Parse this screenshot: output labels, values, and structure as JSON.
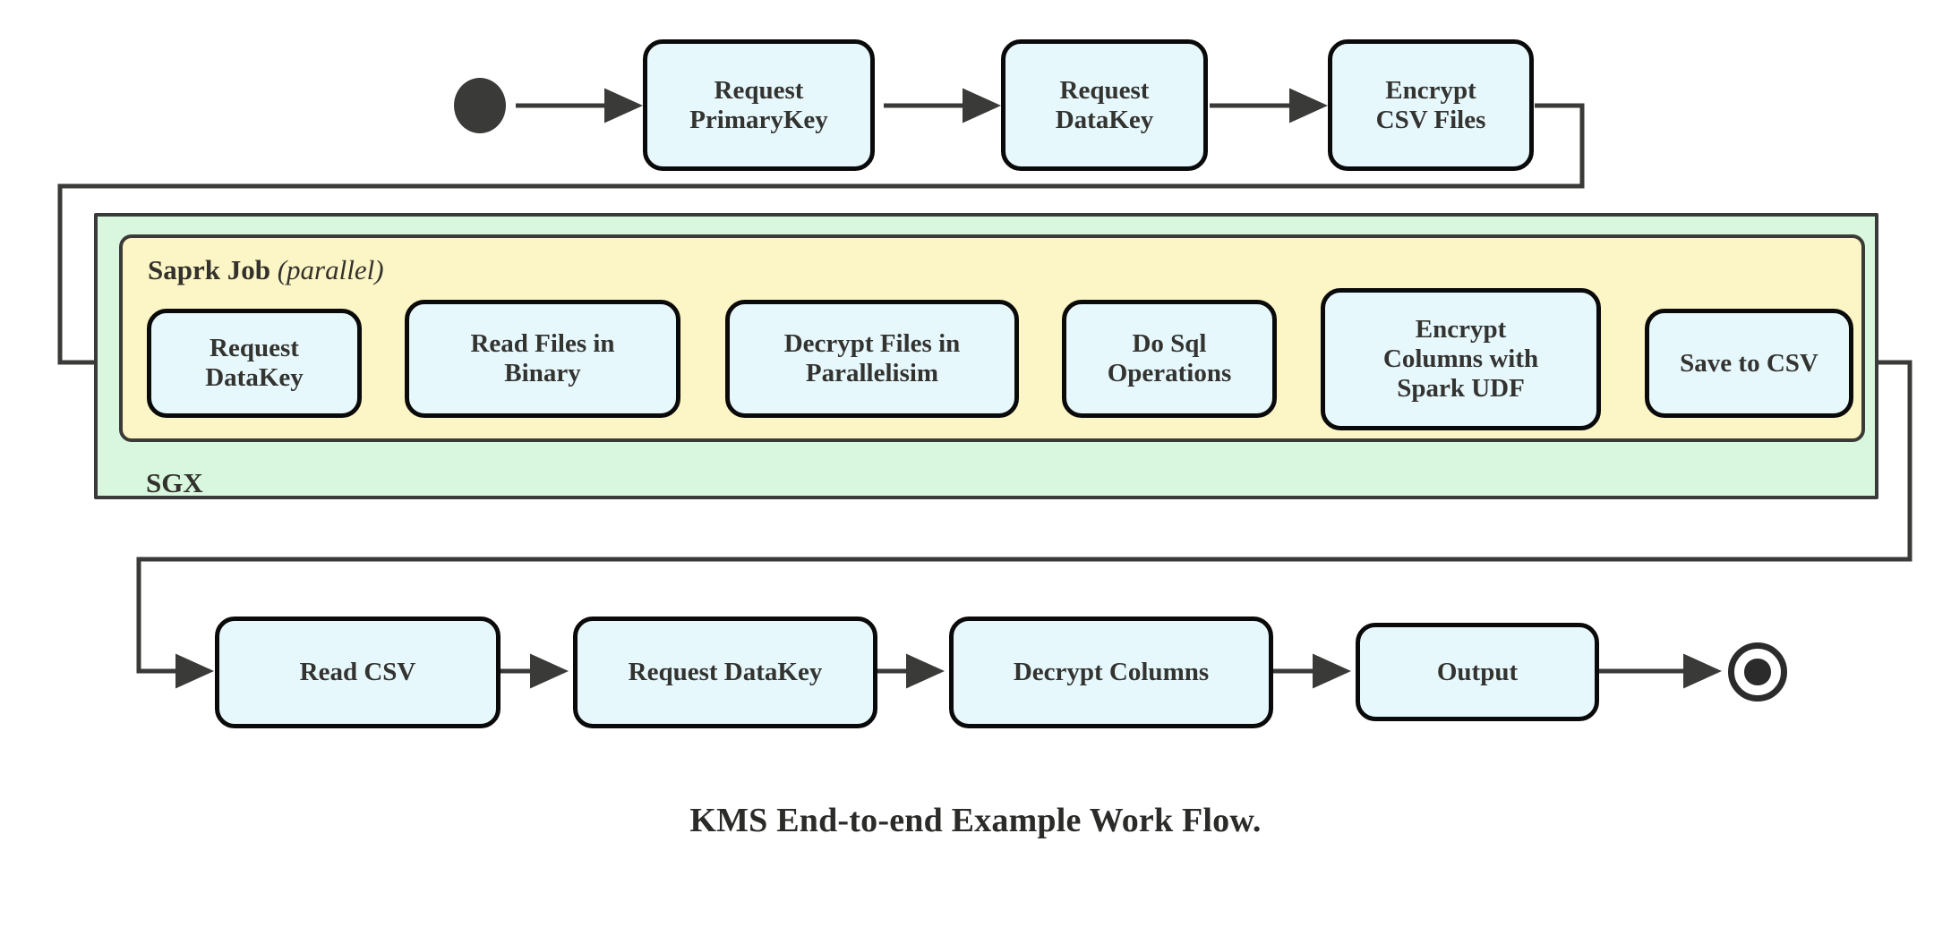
{
  "diagram": {
    "caption": "KMS End-to-end Example Work Flow.",
    "colors": {
      "node_fill": "#e7f8fd",
      "node_stroke": "#0a0a0a",
      "sgx_fill": "#d9f7df",
      "spark_fill": "#fcf5c5",
      "container_stroke": "#3a3a38",
      "text": "#333330",
      "background": "#ffffff"
    },
    "containers": [
      {
        "id": "sgx",
        "label": "SGX",
        "label_style": "plain",
        "fill": "#d9f7df"
      },
      {
        "id": "spark-job",
        "label": "Saprk Job",
        "label_suffix": "(parallel)",
        "label_style": "italic-suffix",
        "fill": "#fcf5c5"
      }
    ],
    "markers": {
      "start": "start-node-filled-circle",
      "end": "end-node-bullseye"
    },
    "rows": {
      "top": {
        "name": "preparation-row",
        "nodes": [
          {
            "id": "request-primarykey",
            "label": "Request\nPrimaryKey"
          },
          {
            "id": "request-datakey-top",
            "label": "Request\nDataKey"
          },
          {
            "id": "encrypt-csv-files",
            "label": "Encrypt\nCSV Files"
          }
        ]
      },
      "middle": {
        "name": "spark-job-row",
        "nodes": [
          {
            "id": "request-datakey-spark",
            "label": "Request\nDataKey"
          },
          {
            "id": "read-files-in-binary",
            "label": "Read Files in\nBinary"
          },
          {
            "id": "decrypt-files-in-parallelisim",
            "label": "Decrypt Files in\nParallelisim"
          },
          {
            "id": "do-sql-operations",
            "label": "Do Sql\nOperations"
          },
          {
            "id": "encrypt-columns-with-spark-udf",
            "label": "Encrypt\nColumns with\nSpark UDF"
          },
          {
            "id": "save-to-csv",
            "label": "Save to CSV"
          }
        ]
      },
      "bottom": {
        "name": "consumption-row",
        "nodes": [
          {
            "id": "read-csv",
            "label": "Read CSV"
          },
          {
            "id": "request-datakey-bottom",
            "label": "Request DataKey"
          },
          {
            "id": "decrypt-columns",
            "label": "Decrypt Columns"
          },
          {
            "id": "output",
            "label": "Output"
          }
        ]
      }
    },
    "flow_sequence": [
      "start",
      "Request PrimaryKey",
      "Request DataKey",
      "Encrypt CSV Files",
      "Request DataKey",
      "Read Files in Binary",
      "Decrypt Files in Parallelisim",
      "Do Sql Operations",
      "Encrypt Columns with Spark UDF",
      "Save to CSV",
      "Read CSV",
      "Request DataKey",
      "Decrypt Columns",
      "Output",
      "end"
    ]
  }
}
